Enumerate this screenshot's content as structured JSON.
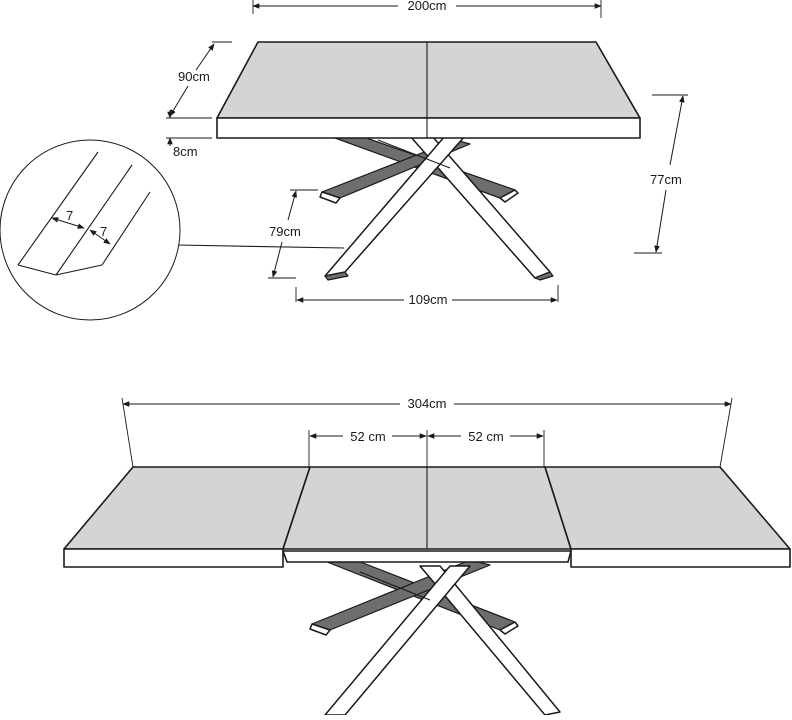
{
  "dimensions": {
    "top_width": "200cm",
    "top_depth": "90cm",
    "top_thickness": "8cm",
    "height": "77cm",
    "leg_depth": "79cm",
    "leg_width": "109cm",
    "extended_width": "304cm",
    "extension_left": "52 cm",
    "extension_right": "52 cm"
  },
  "detail": {
    "profile_a": "7",
    "profile_b": "7"
  }
}
